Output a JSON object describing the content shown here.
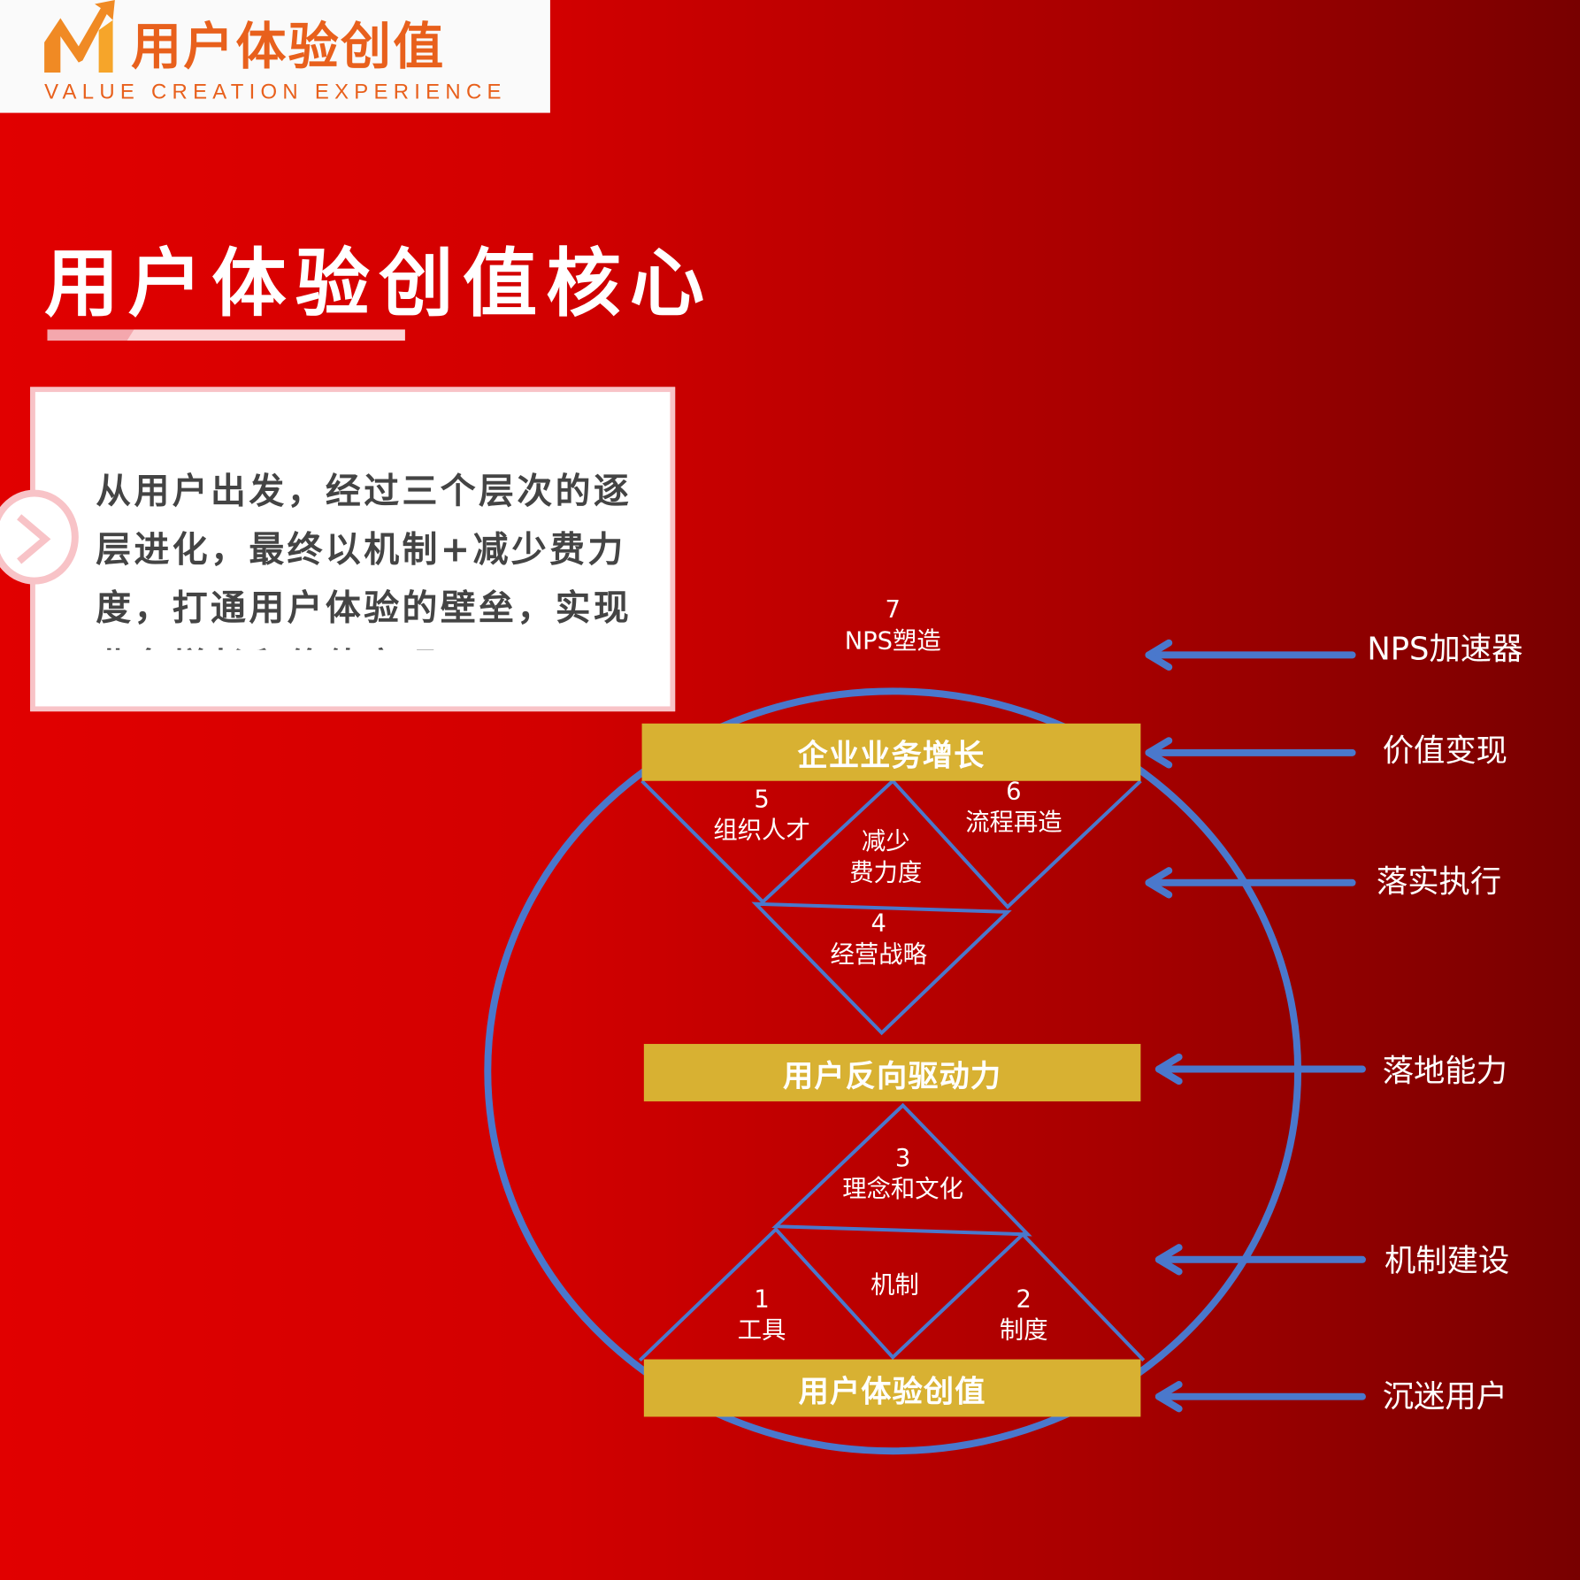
{
  "logo": {
    "title": "用户体验创值",
    "subtitle": "VALUE CREATION EXPERIENCE"
  },
  "title": "用户体验创值核心",
  "card": {
    "text": "从用户出发，经过三个层次的逐层进化，最终以机制+减少费力度，打通用户体验的壁垒，实现业务增长和价值变现"
  },
  "colors": {
    "circle": "#4a78cc",
    "bar": "#d8b132",
    "background_left": "#e10000",
    "background_right": "#780000"
  },
  "diagram": {
    "top_label": {
      "num": "7",
      "text": "NPS塑造"
    },
    "bars": [
      "企业业务增长",
      "用户反向驱动力",
      "用户体验创值"
    ],
    "upper": [
      {
        "num": "5",
        "text": "组织人才"
      },
      {
        "text": "减少\n费力度"
      },
      {
        "num": "6",
        "text": "流程再造"
      },
      {
        "num": "4",
        "text": "经营战略"
      }
    ],
    "lower": [
      {
        "num": "3",
        "text": "理念和文化"
      },
      {
        "text": "机制"
      },
      {
        "num": "1",
        "text": "工具"
      },
      {
        "num": "2",
        "text": "制度"
      }
    ],
    "right_labels": [
      "NPS加速器",
      "价值变现",
      "落实执行",
      "落地能力",
      "机制建设",
      "沉迷用户"
    ]
  }
}
